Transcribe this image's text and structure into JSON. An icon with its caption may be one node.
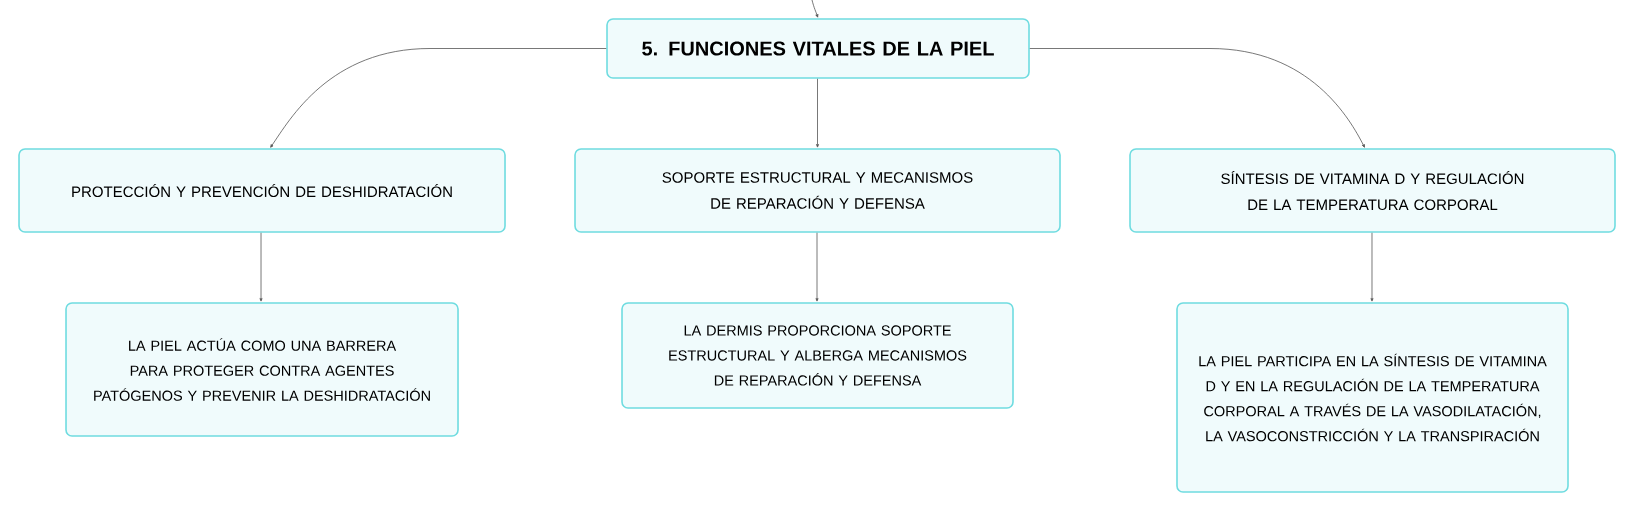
{
  "diagram": {
    "nodes": [
      {
        "text": [
          "5. FUNCIONES VITALES DE LA PIEL"
        ]
      },
      {
        "text": [
          "PROTECCIÓN Y PREVENCIÓN DE DESHIDRATACIÓN"
        ]
      },
      {
        "text": [
          "SOPORTE ESTRUCTURAL Y MECANISMOS DE REPARACIÓN Y DEFENSA"
        ]
      },
      {
        "text": [
          "SÍNTESIS DE VITAMINA D Y REGULACIÓN DE LA TEMPERATURA CORPORAL"
        ]
      },
      {
        "text": [
          "LA PIEL ACTÚA COMO UNA BARRERA PARA PROTEGER CONTRA AGENTES PATÓGENOS Y PREVENIR LA DESHIDRATACIÓN"
        ]
      },
      {
        "text": [
          "LA DERMIS PROPORCIONA SOPORTE ESTRUCTURAL Y ALBERGA MECANISMOS DE REPARACIÓN Y DEFENSA"
        ]
      },
      {
        "text": [
          "LA PIEL PARTICIPA EN LA SÍNTESIS DE VITAMINA D Y EN LA REGULACIÓN DE LA TEMPERATURA CORPORAL A TRAVÉS DE LA VASODILATACIÓN, LA VASOCONSTRICCIÓN Y LA TRANSPIRACIÓN"
        ]
      }
    ],
    "edges": [
      {
        "from": null,
        "to": 0,
        "arrow": "to"
      },
      {
        "from": 0,
        "to": 1,
        "arrow": "to"
      },
      {
        "from": 0,
        "to": 2,
        "arrow": "to"
      },
      {
        "from": 0,
        "to": 3,
        "arrow": "to"
      },
      {
        "from": 1,
        "to": 4,
        "arrow": "to"
      },
      {
        "from": 2,
        "to": 5,
        "arrow": "to"
      },
      {
        "from": 3,
        "to": 6,
        "arrow": "to"
      }
    ]
  }
}
